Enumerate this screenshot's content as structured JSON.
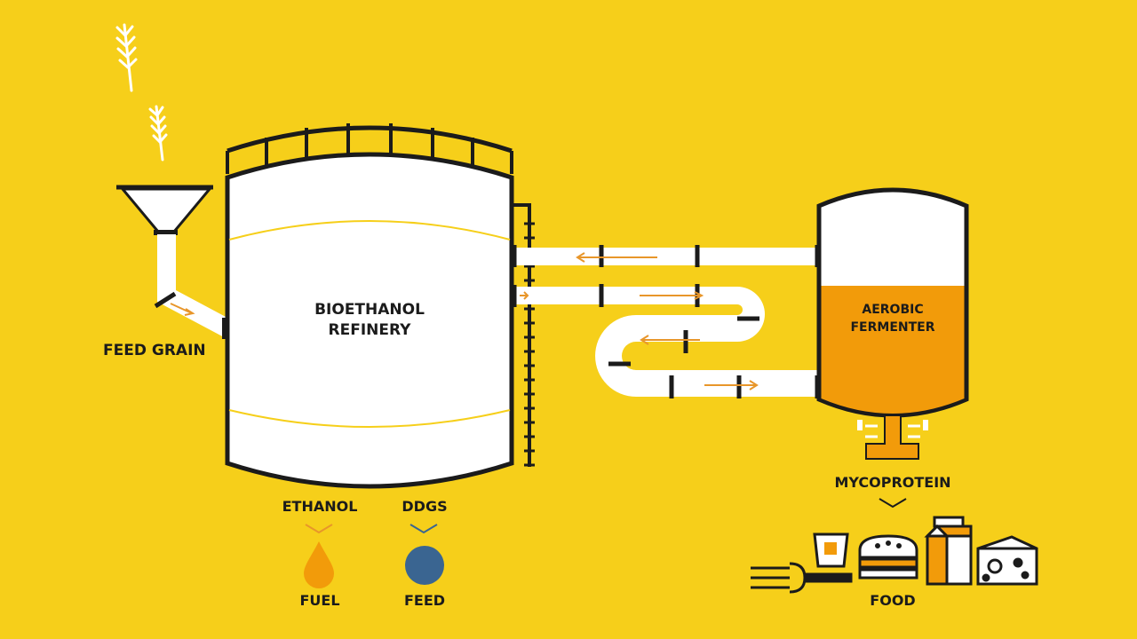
{
  "labels": {
    "feed_grain": "FEED GRAIN",
    "refinery_line1": "BIOETHANOL",
    "refinery_line2": "REFINERY",
    "fermenter_line1": "AEROBIC",
    "fermenter_line2": "FERMENTER",
    "ethanol": "ETHANOL",
    "ddgs": "DDGS",
    "fuel": "FUEL",
    "feed": "FEED",
    "mycoprotein": "MYCOPROTEIN",
    "food": "FOOD"
  },
  "colors": {
    "background": "#f6cf1a",
    "outline": "#1b1b1b",
    "white": "#ffffff",
    "orange": "#f29b0a",
    "arrow": "#e8962a",
    "blue": "#3a6591"
  },
  "icons": [
    "wheat-icon",
    "funnel-icon",
    "fuel-drop-icon",
    "feed-pellet-icon",
    "fork-icon",
    "glass-icon",
    "burger-icon",
    "milk-carton-icon",
    "cheese-icon"
  ]
}
